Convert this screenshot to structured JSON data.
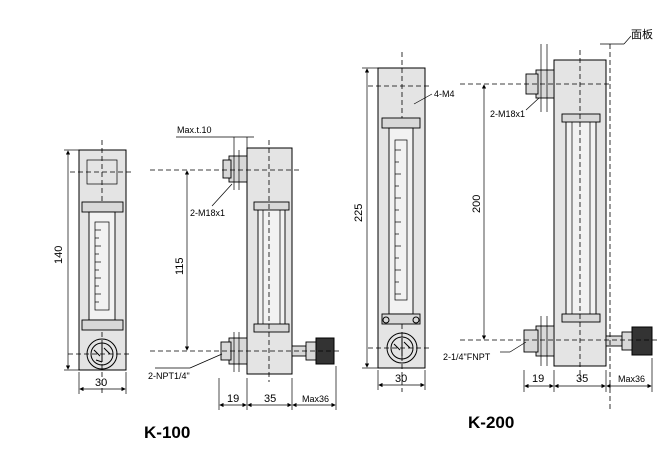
{
  "models": {
    "k100": "K-100",
    "k200": "K-200"
  },
  "k100_dims": {
    "height": "140",
    "width": "30",
    "max_thickness": "Max.t.10",
    "port_thread": "2-M18x1",
    "center_distance": "115",
    "npt": "2-NPT1/4\"",
    "side_19": "19",
    "side_35": "35",
    "side_max": "Max36"
  },
  "k200_dims": {
    "height": "225",
    "mount": "4-M4",
    "width": "30",
    "port_thread": "2-M18x1",
    "center_distance": "200",
    "fnpt": "2-1/4\"FNPT",
    "side_19": "19",
    "side_35": "35",
    "side_max": "Max36",
    "panel": "面板"
  }
}
